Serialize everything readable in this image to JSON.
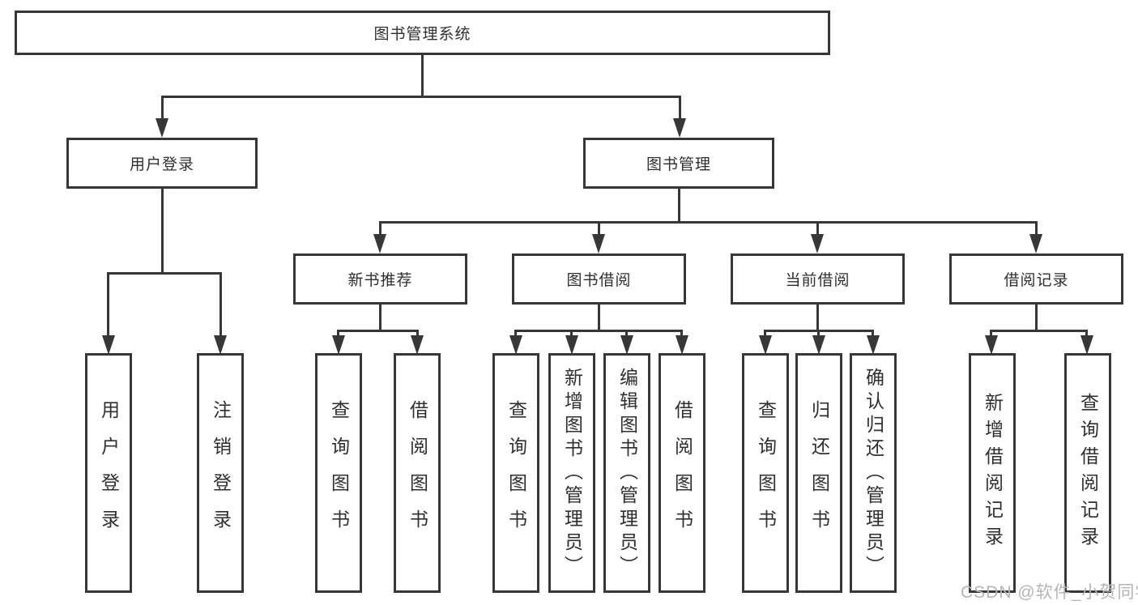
{
  "tree": {
    "root": "图书管理系统",
    "login": {
      "label": "用户登录",
      "children": [
        "用户登录",
        "注销登录"
      ]
    },
    "mgmt": {
      "label": "图书管理",
      "groups": [
        {
          "label": "新书推荐",
          "children": [
            "查询图书",
            "借阅图书"
          ]
        },
        {
          "label": "图书借阅",
          "children": [
            "查询图书",
            "新增图书（管理员）",
            "编辑图书（管理员）",
            "借阅图书"
          ]
        },
        {
          "label": "当前借阅",
          "children": [
            "查询图书",
            "归还图书",
            "确认归还（管理员）"
          ]
        },
        {
          "label": "借阅记录",
          "children": [
            "新增借阅记录",
            "查询借阅记录"
          ]
        }
      ]
    }
  },
  "watermark": {
    "text": "CSDN @软件_小贺同学"
  },
  "colors": {
    "line": "#373737",
    "text": "#2f2f2f",
    "watermark": "#b5b5b5",
    "background": "#ffffff"
  }
}
